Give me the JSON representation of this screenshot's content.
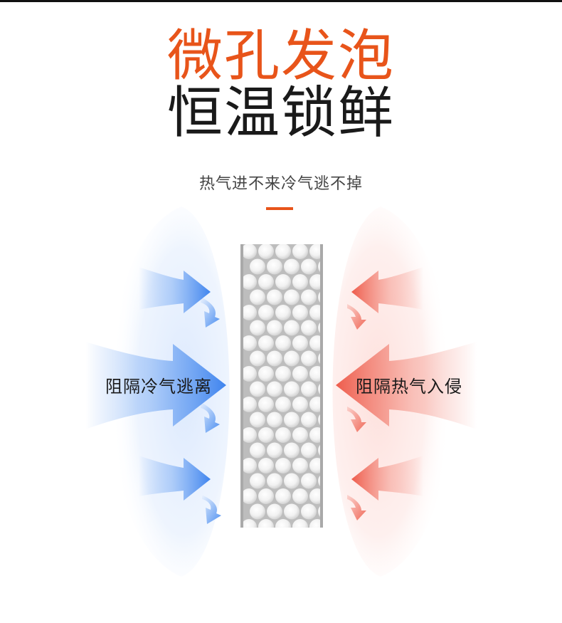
{
  "headline": {
    "line1": "微孔发泡",
    "line2": "恒温锁鲜"
  },
  "subtitle": "热气进不来冷气逃不掉",
  "diagram": {
    "left_label": "阻隔冷气逃离",
    "right_label": "阻隔热气入侵"
  },
  "colors": {
    "accent_orange": "#e8541a",
    "cold_blue": "#4a8df0",
    "hot_red": "#f06a5a",
    "panel_grey": "#bfbfbf"
  }
}
